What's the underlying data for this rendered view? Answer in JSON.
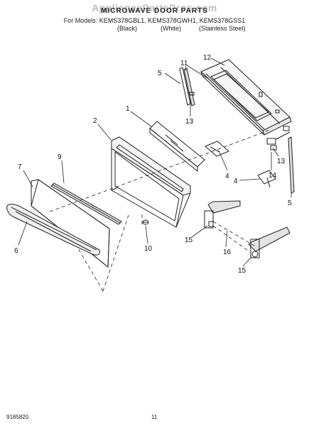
{
  "header": {
    "watermark": "AppliancePartsPros.com",
    "title": "MICROWAVE DOOR PARTS",
    "models_line": "For Models: KEMS378GBL1, KEMS378GWH1, KEMS378GSS1",
    "finishes": [
      "(Black)",
      "(White)",
      "(Stainless Steel)"
    ]
  },
  "callouts": [
    "1",
    "2",
    "4",
    "4",
    "5",
    "5",
    "6",
    "7",
    "9",
    "10",
    "11",
    "12",
    "13",
    "13",
    "14",
    "15",
    "15",
    "16"
  ],
  "footer": {
    "doc_number": "9185820",
    "page_number": "11"
  }
}
